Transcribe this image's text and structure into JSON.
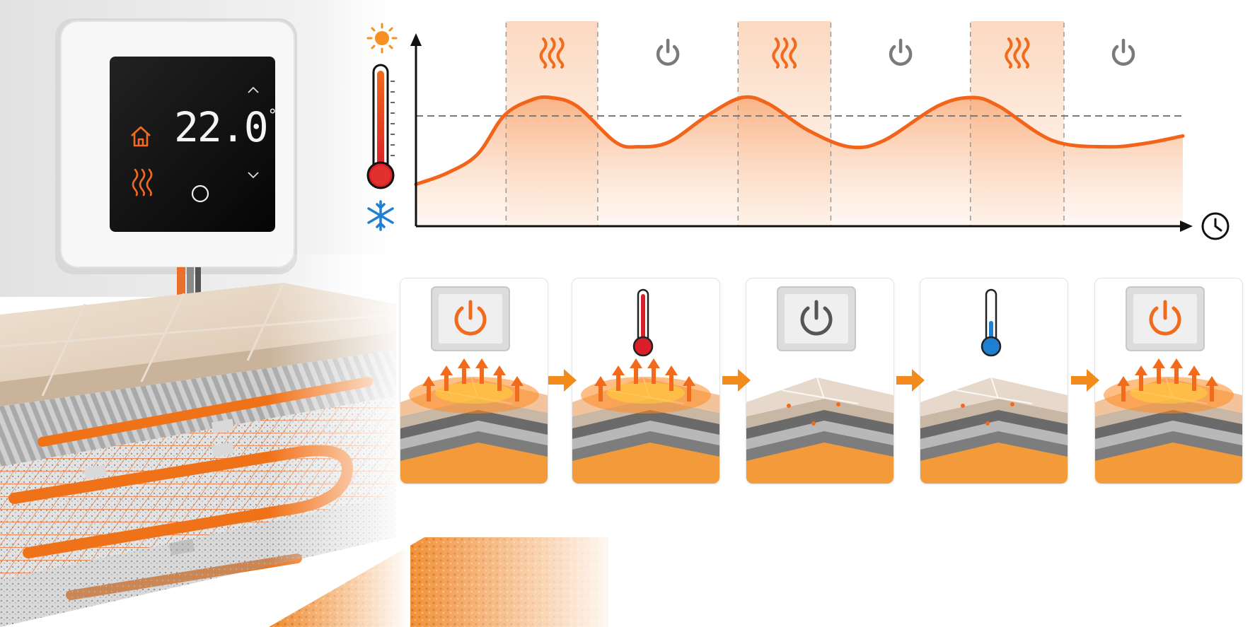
{
  "thermostat": {
    "temperature": "22.0",
    "degree_symbol": "°",
    "icons": [
      "home-icon",
      "heating-waves-icon",
      "power-ring-icon",
      "chevron-up-icon",
      "chevron-down-icon"
    ]
  },
  "colors": {
    "heat": "#f26a1b",
    "heat_light": "#fbd1b1",
    "cold": "#1f7fd1",
    "power_gray": "#7a7a7a",
    "axis": "#111111",
    "setpoint": "#777777"
  },
  "chart_data": {
    "type": "line",
    "x_axis_icon": "clock-icon",
    "y_axis_icons": [
      "sun-icon",
      "thermometer-icon",
      "snowflake-icon"
    ],
    "setpoint_level": 0.6,
    "phases": [
      {
        "state": "heating",
        "icon": "heating-waves-icon"
      },
      {
        "state": "off",
        "icon": "power-icon"
      },
      {
        "state": "heating",
        "icon": "heating-waves-icon"
      },
      {
        "state": "off",
        "icon": "power-icon"
      },
      {
        "state": "heating",
        "icon": "heating-waves-icon"
      },
      {
        "state": "off",
        "icon": "power-icon"
      }
    ],
    "curve_points": [
      [
        0.0,
        0.228
      ],
      [
        0.04,
        0.288
      ],
      [
        0.08,
        0.39
      ],
      [
        0.115,
        0.602
      ],
      [
        0.15,
        0.686
      ],
      [
        0.175,
        0.7
      ],
      [
        0.21,
        0.653
      ],
      [
        0.26,
        0.458
      ],
      [
        0.29,
        0.432
      ],
      [
        0.33,
        0.458
      ],
      [
        0.38,
        0.602
      ],
      [
        0.425,
        0.7
      ],
      [
        0.46,
        0.665
      ],
      [
        0.51,
        0.525
      ],
      [
        0.565,
        0.432
      ],
      [
        0.61,
        0.466
      ],
      [
        0.68,
        0.653
      ],
      [
        0.725,
        0.7
      ],
      [
        0.76,
        0.653
      ],
      [
        0.83,
        0.466
      ],
      [
        0.9,
        0.432
      ],
      [
        0.95,
        0.45
      ],
      [
        1.0,
        0.491
      ]
    ]
  },
  "steps": [
    {
      "icon": "power-button-icon",
      "icon_color": "#f26a1b",
      "floor": "heating"
    },
    {
      "icon": "thermometer-hot-icon",
      "icon_color": "#d9202a",
      "floor": "heating"
    },
    {
      "icon": "power-button-icon",
      "icon_color": "#555555",
      "floor": "cooling"
    },
    {
      "icon": "thermometer-cold-icon",
      "icon_color": "#1f7fd1",
      "floor": "cooling"
    },
    {
      "icon": "power-button-icon",
      "icon_color": "#f26a1b",
      "floor": "heating"
    }
  ]
}
